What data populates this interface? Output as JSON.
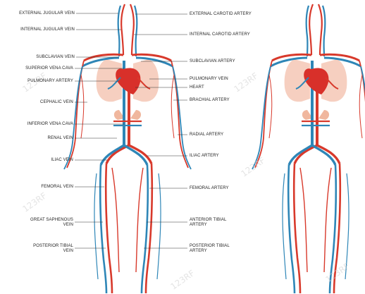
{
  "labels_left": [
    "EXTERNAL JUGULAR VEIN",
    "INTERNAL JUGULAR VEIN",
    "SUBCLAVIAN VEIN",
    "SUPERIOR VENA CAVA",
    "PULMONARY ARTERY",
    "CEPHALIC VEIN",
    "INFERIOR VENA CAVA",
    "RENAL VEIN",
    "ILIAC VEIN",
    "FEMORAL VEIN",
    "GREAT SAPHENOUS\nVEIN",
    "POSTERIOR TIBIAL\nVEIN"
  ],
  "labels_right": [
    "EXTERNAL CAROTID ARTERY",
    "INTERNAL CAROTID ARTERY",
    "SUBCLAVIAN ARTERY",
    "PULMONARY VEIN",
    "HEART",
    "BRACHIAL ARTERY",
    "RADIAL ARTERY",
    "ILIAC ARTERY",
    "FEMORAL ARTERY",
    "ANTERIOR TIBIAL\nARTERY",
    "POSTERIOR TIBIAL\nARTERY"
  ],
  "watermark": "123RF",
  "colors": {
    "artery": "#d8392b",
    "vein": "#2e86b7",
    "organ": "#f6cfc0",
    "organ_dark": "#f0b79e",
    "heart": "#d8302a",
    "leader": "#333333"
  }
}
